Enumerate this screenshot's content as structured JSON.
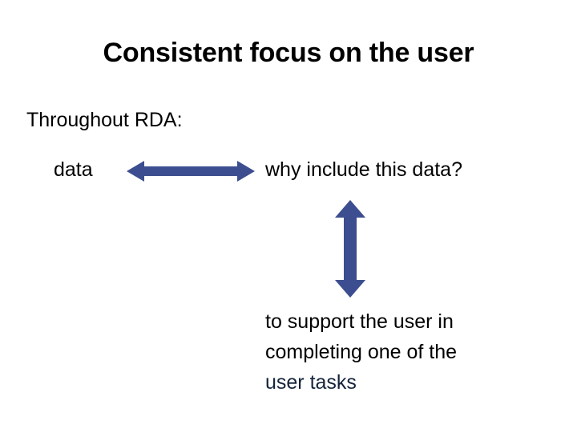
{
  "slide": {
    "title": "Consistent focus on the user",
    "background_color": "#ffffff",
    "text_color": "#000000",
    "accent_color": "#3c4e8f",
    "accent_text_color": "#16243c",
    "lead_line": "Throughout RDA:",
    "left_label": "data",
    "right_question": "why include this data?",
    "outcome": {
      "line1": "to support the user in",
      "line2": "completing one of the",
      "line3": "user tasks"
    },
    "arrows": {
      "horizontal": {
        "name": "double-headed-horizontal-arrow",
        "color": "#3c4e8f",
        "direction": "both"
      },
      "vertical": {
        "name": "double-headed-vertical-arrow",
        "color": "#3c4e8f",
        "direction": "both"
      }
    }
  }
}
